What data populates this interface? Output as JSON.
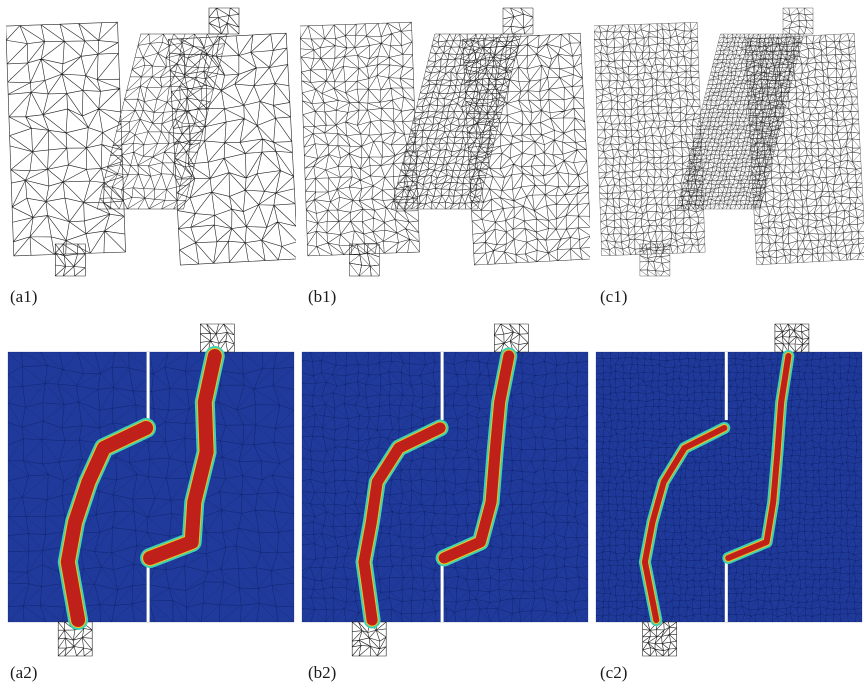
{
  "figure": {
    "panels": [
      {
        "id": "a1",
        "label": "(a1)",
        "kind": "deformed-mesh",
        "mesh": "coarse"
      },
      {
        "id": "b1",
        "label": "(b1)",
        "kind": "deformed-mesh",
        "mesh": "medium"
      },
      {
        "id": "c1",
        "label": "(c1)",
        "kind": "deformed-mesh",
        "mesh": "fine"
      },
      {
        "id": "a2",
        "label": "(a2)",
        "kind": "damage-field",
        "mesh": "coarse"
      },
      {
        "id": "b2",
        "label": "(b2)",
        "kind": "damage-field",
        "mesh": "medium"
      },
      {
        "id": "c2",
        "label": "(c2)",
        "kind": "damage-field",
        "mesh": "fine"
      }
    ],
    "colors": {
      "background": "#ffffff",
      "mesh_line": "#222222",
      "field_low": "#1f3a9a",
      "field_mid": "#3fd2b0",
      "field_band_edge": "#f0c020",
      "field_high": "#c0201a",
      "notch": "#ffffff"
    }
  }
}
